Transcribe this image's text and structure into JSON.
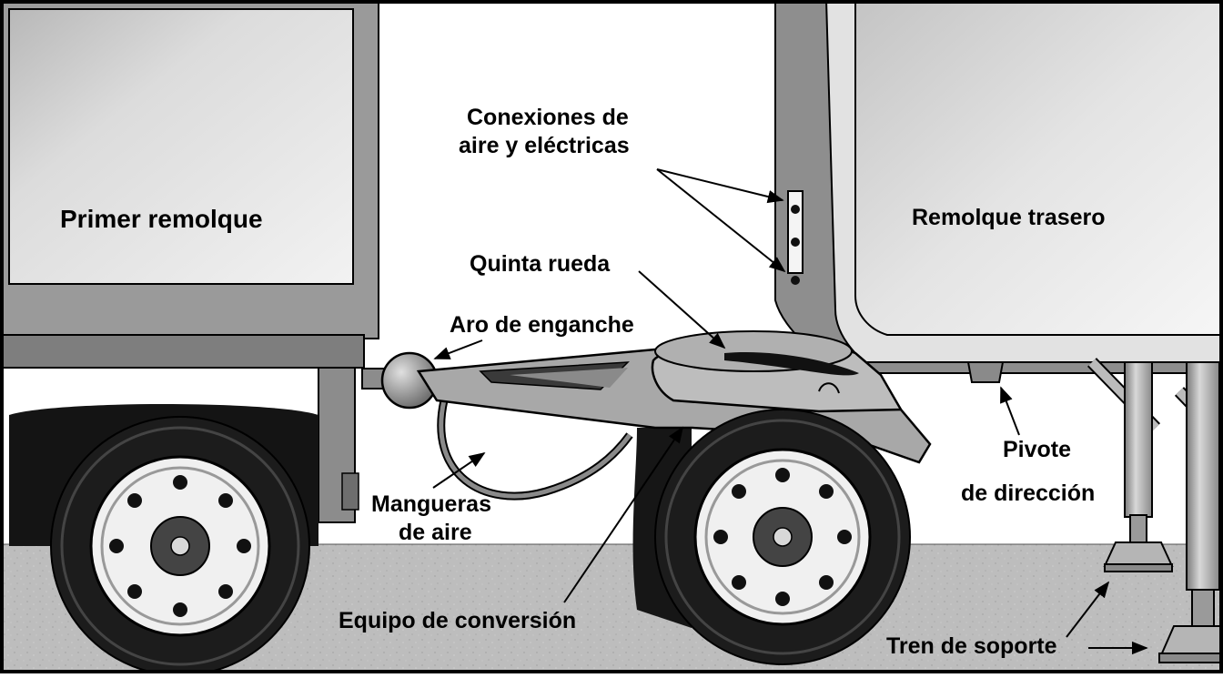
{
  "labels": {
    "first_trailer": "Primer remolque",
    "rear_trailer": "Remolque trasero",
    "air_electric_line1": "Conexiones de",
    "air_electric_line2": "aire y eléctricas",
    "fifth_wheel": "Quinta rueda",
    "pintle_hook": "Aro de enganche",
    "air_hoses_line1": "Mangueras",
    "air_hoses_line2": "de aire",
    "converter_dolly": "Equipo de conversión",
    "kingpin_line1": "Pivote",
    "kingpin_line2": "de dirección",
    "landing_gear": "Tren de soporte"
  },
  "colors": {
    "outline": "#000000",
    "trailer_face": "#d6d6d6",
    "trailer_side": "#9a9a9a",
    "dolly": "#a8a8a8",
    "ground": "#bdbdbd",
    "tire": "#1c1c1c",
    "rim": "#e6e6e6"
  }
}
